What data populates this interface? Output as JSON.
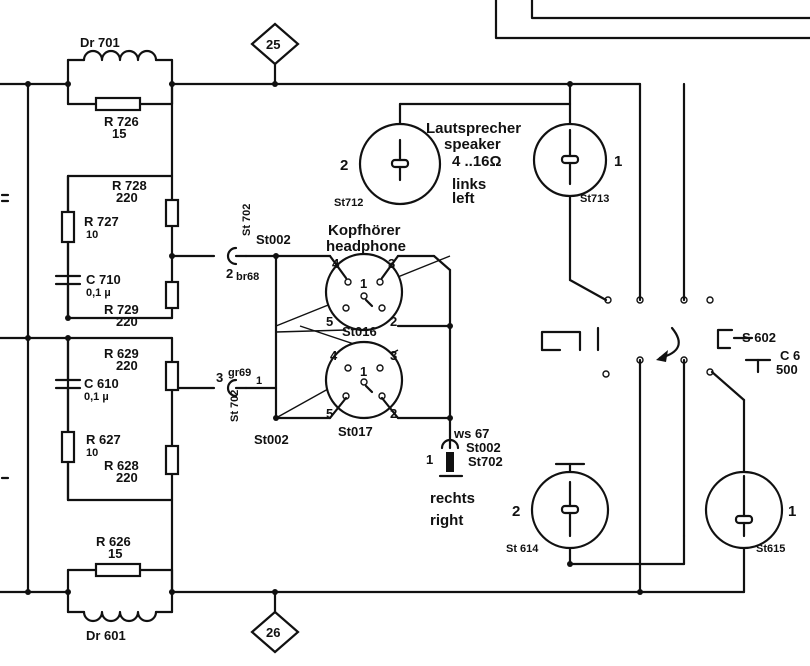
{
  "markers": {
    "top": "25",
    "bottom": "26"
  },
  "chokes": {
    "top": {
      "name": "Dr 701"
    },
    "bottom": {
      "name": "Dr 601"
    }
  },
  "resistors": {
    "r726": {
      "name": "R 726",
      "value": "15"
    },
    "r728": {
      "name": "R 728",
      "value": "220"
    },
    "r727": {
      "name": "R 727",
      "value": "10"
    },
    "r729": {
      "name": "R 729",
      "value": "220"
    },
    "r629": {
      "name": "R 629",
      "value": "220"
    },
    "r627": {
      "name": "R 627",
      "value": "10"
    },
    "r628": {
      "name": "R 628",
      "value": "220"
    },
    "r626": {
      "name": "R 626",
      "value": "15"
    }
  },
  "capacitors": {
    "c710": {
      "name": "C 710",
      "value": "0,1 µ"
    },
    "c610": {
      "name": "C 610",
      "value": "0,1 µ"
    },
    "c6xx": {
      "name": "C 6",
      "value": "500"
    }
  },
  "connectors": {
    "st702_top": {
      "name": "St 702",
      "pin": "2",
      "wire": "br68",
      "ref": "St002"
    },
    "st702_bottom": {
      "name": "St 702",
      "pin": "3",
      "pin2": "1",
      "wire": "gr69",
      "ref": "St002"
    },
    "ws": {
      "pin": "1",
      "line1": "ws 67",
      "line2": "St002",
      "line3": "St702"
    }
  },
  "headphone": {
    "title_de": "Kopfhörer",
    "title_en": "headphone",
    "jack1": {
      "name": "St016",
      "pins": [
        "1",
        "2",
        "3",
        "4",
        "5"
      ]
    },
    "jack2": {
      "name": "St017",
      "pins": [
        "1",
        "2",
        "3",
        "4",
        "5"
      ]
    }
  },
  "speakers": {
    "title_de": "Lautsprecher",
    "title_en": "speaker",
    "impedance": "4 ..16Ω",
    "left_de": "links",
    "left_en": "left",
    "right_de": "rechts",
    "right_en": "right",
    "st712": {
      "name": "St712",
      "pin": "2"
    },
    "st713": {
      "name": "St713",
      "pin": "1"
    },
    "st614": {
      "name": "St 614",
      "pin": "2"
    },
    "st615": {
      "name": "St615",
      "pin": "1"
    }
  },
  "switch": {
    "name": "S 602"
  }
}
